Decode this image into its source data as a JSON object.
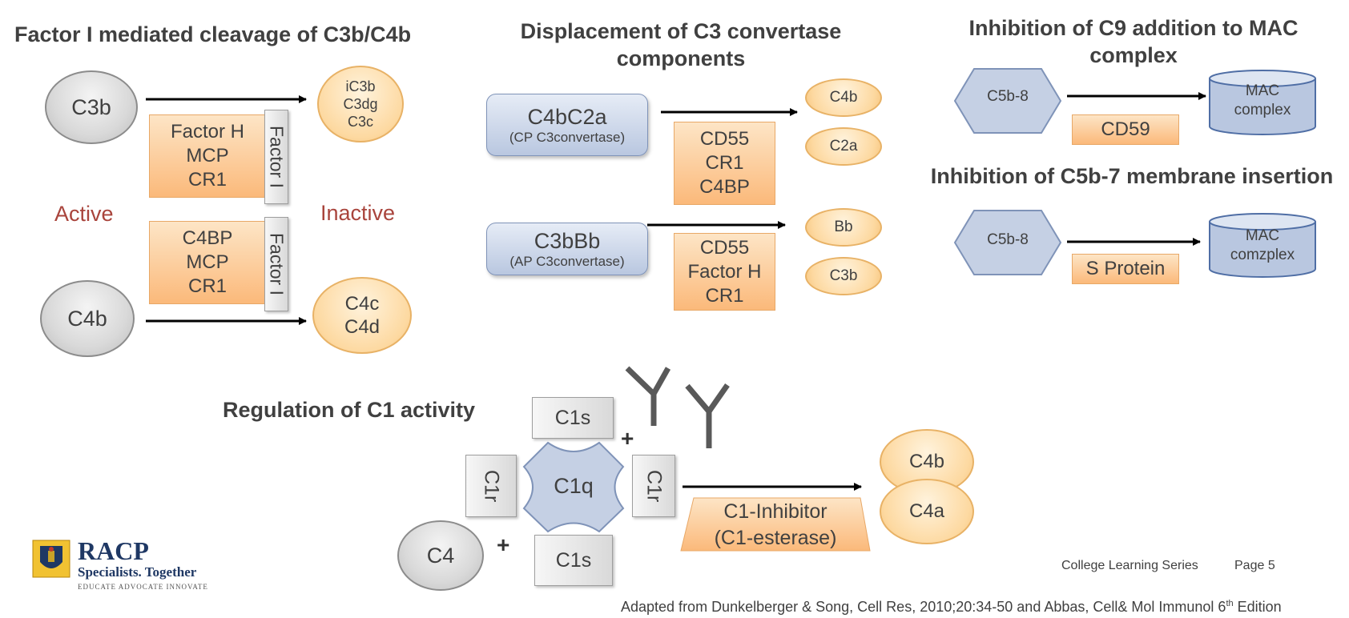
{
  "sections": {
    "factor_i": {
      "title": "Factor I mediated cleavage of C3b/C4b",
      "c3b": "C3b",
      "c4b": "C4b",
      "top_products": "iC3b\nC3dg\nC3c",
      "bottom_products": "C4c\nC4d",
      "top_cofactors": "Factor H\nMCP\nCR1",
      "bottom_cofactors": "C4BP\nMCP\nCR1",
      "factor_i_label": "Factor I",
      "active": "Active",
      "inactive": "Inactive"
    },
    "displacement": {
      "title": "Displacement of C3 convertase\ncomponents",
      "cp_name": "C4bC2a",
      "cp_sub": "(CP C3convertase)",
      "ap_name": "C3bBb",
      "ap_sub": "(AP C3convertase)",
      "cp_regulators": "CD55\nCR1\nC4BP",
      "ap_regulators": "CD55\nFactor H\nCR1",
      "products": [
        "C4b",
        "C2a",
        "Bb",
        "C3b"
      ]
    },
    "c9": {
      "title": "Inhibition of C9 addition to MAC\ncomplex",
      "source": "C5b-8",
      "inhibitor": "CD59",
      "target": "MAC\ncomplex"
    },
    "c5b7": {
      "title": "Inhibition of C5b-7 membrane insertion",
      "source": "C5b-8",
      "inhibitor": "S Protein",
      "target": "MAC\ncomzplex"
    },
    "c1": {
      "title": "Regulation of C1 activity",
      "c1q": "C1q",
      "c1s_top": "C1s",
      "c1s_bottom": "C1s",
      "c1r_left": "C1r",
      "c1r_right": "C1r",
      "c4": "C4",
      "plus": "+",
      "inhibitor": "C1-Inhibitor\n(C1-esterase)",
      "products": [
        "C4b",
        "C4a"
      ]
    }
  },
  "footer": {
    "logo_name": "RACP",
    "logo_tagline": "Specialists. Together",
    "logo_sub": "EDUCATE ADVOCATE INNOVATE",
    "series": "College Learning Series",
    "page": "Page 5",
    "citation_main": "Adapted from  Dunkelberger & Song, Cell Res, 2010;20:34-50 and Abbas, Cell& Mol Immunol 6",
    "citation_sup": "th",
    "citation_end": " Edition"
  },
  "colors": {
    "accent_red": "#a9443c",
    "orange": "#fbb97a",
    "blue": "#b9c7e0",
    "grey": "#d9d9d9",
    "logo_navy": "#1f3864"
  }
}
